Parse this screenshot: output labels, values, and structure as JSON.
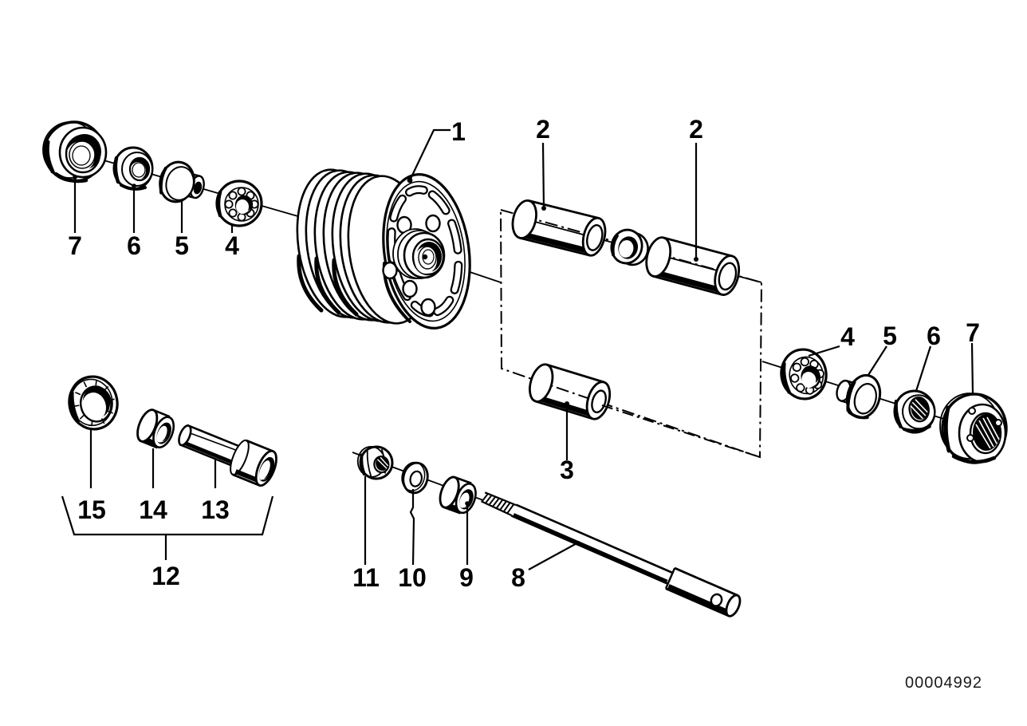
{
  "diagram": {
    "kind": "exploded-parts-diagram",
    "id_label": "00004992",
    "colors": {
      "background": "#ffffff",
      "line": "#000000"
    },
    "callouts": [
      {
        "text": "7",
        "area": "left-row"
      },
      {
        "text": "6",
        "area": "left-row"
      },
      {
        "text": "5",
        "area": "left-row"
      },
      {
        "text": "4",
        "area": "left-row"
      },
      {
        "text": "1",
        "area": "drum"
      },
      {
        "text": "2",
        "area": "spacer-tube-left"
      },
      {
        "text": "2",
        "area": "spacer-tube-right"
      },
      {
        "text": "3",
        "area": "spacer-tube-lower"
      },
      {
        "text": "4",
        "area": "right-row"
      },
      {
        "text": "5",
        "area": "right-row"
      },
      {
        "text": "6",
        "area": "right-row"
      },
      {
        "text": "7",
        "area": "right-row"
      },
      {
        "text": "11",
        "area": "axle-row"
      },
      {
        "text": "10",
        "area": "axle-row"
      },
      {
        "text": "9",
        "area": "axle-row"
      },
      {
        "text": "8",
        "area": "axle-row"
      },
      {
        "text": "15",
        "area": "bottom-left-group"
      },
      {
        "text": "14",
        "area": "bottom-left-group"
      },
      {
        "text": "13",
        "area": "bottom-left-group"
      },
      {
        "text": "12",
        "area": "bottom-left-group-bracket"
      }
    ]
  }
}
